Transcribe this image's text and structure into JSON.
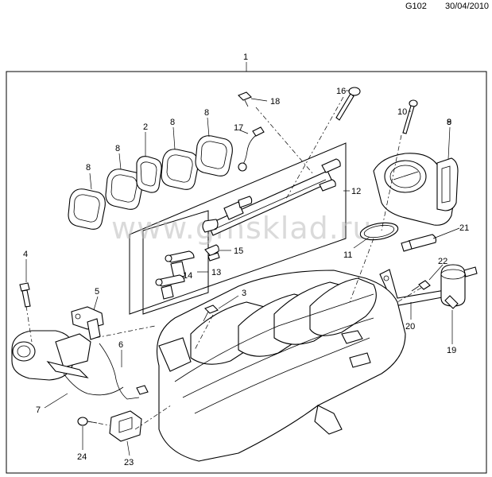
{
  "header": {
    "code": "G102",
    "date": "30/04/2010"
  },
  "watermark": "www.gmsklad.ru",
  "callouts": [
    "1",
    "2",
    "3",
    "4",
    "5",
    "6",
    "7",
    "8",
    "8",
    "8",
    "8",
    "8",
    "9",
    "10",
    "11",
    "12",
    "13",
    "14",
    "15",
    "16",
    "17",
    "18",
    "19",
    "20",
    "21",
    "22",
    "23",
    "24"
  ]
}
